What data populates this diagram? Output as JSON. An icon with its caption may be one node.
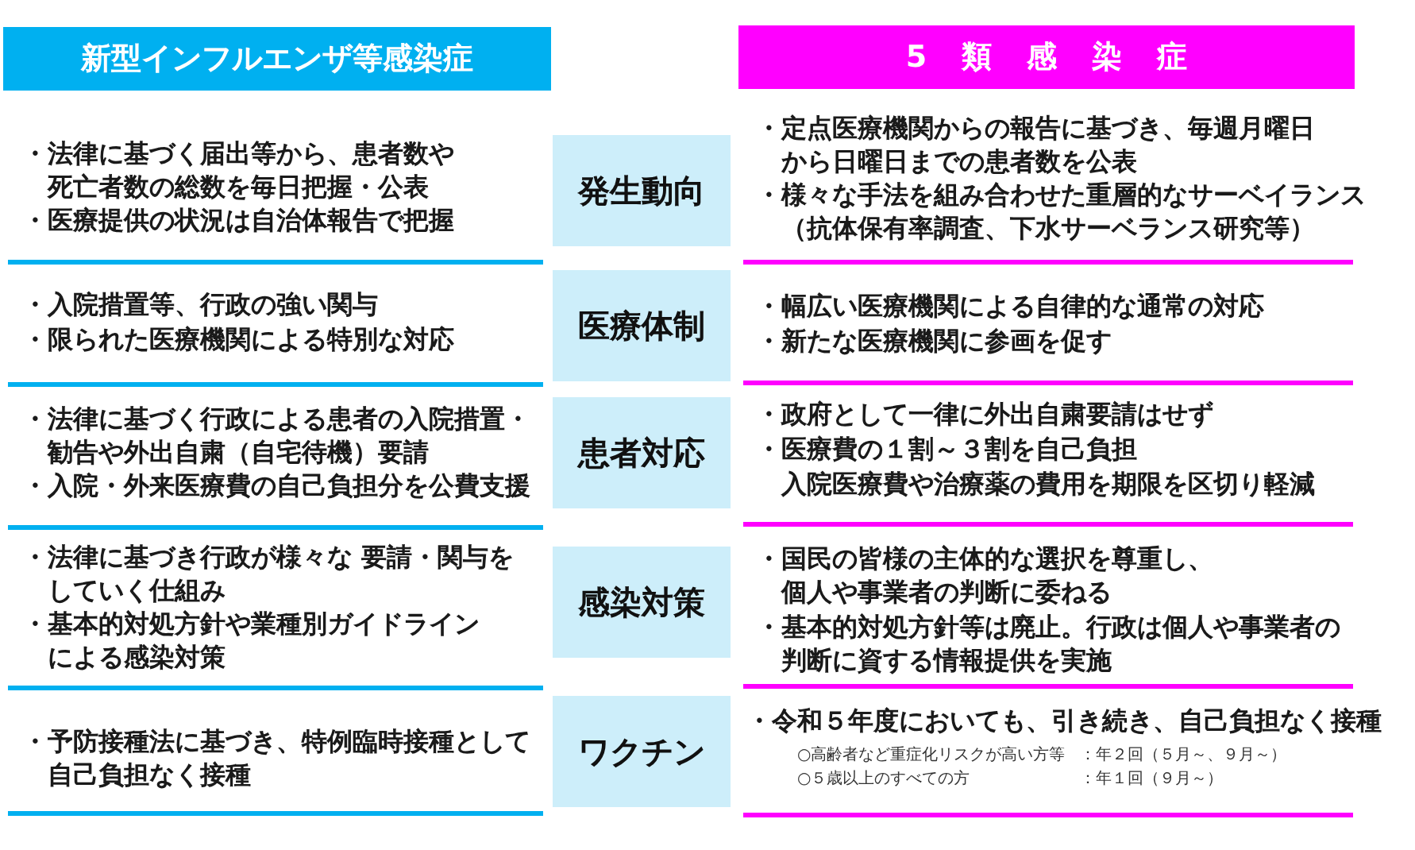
{
  "diagram": {
    "nodes": [
      {
        "text": [
          "新型インフルエンザ等感染症"
        ]
      },
      {
        "text": [
          "5類感染症"
        ]
      },
      {
        "text": [
          "発生動向"
        ]
      },
      {
        "text": [
          "医療体制"
        ]
      },
      {
        "text": [
          "患者対応"
        ]
      },
      {
        "text": [
          "感染対策"
        ]
      },
      {
        "text": [
          "ワクチン"
        ]
      }
    ],
    "labels": [
      "・法律に基づく届出等から、患者数や死亡者数の総数を毎日把握・公表",
      "・医療提供の状況は自治体報告で把握",
      "・定点医療機関からの報告に基づき、毎週月曜日から日曜日までの患者数を公表",
      "・様々な手法を組み合わせた重層的なサーベイランス（抗体保有率調査、下水サーベランス研究等）",
      "・入院措置等、行政の強い関与",
      "・限られた医療機関による特別な対応",
      "・幅広い医療機関による自律的な通常の対応",
      "・新たな医療機関に参画を促す",
      "・法律に基づく行政による患者の入院措置・勧告や外出自粛（自宅待機）要請",
      "・入院・外来医療費の自己負担分を公費支援",
      "・政府として一律に外出自粛要請はせず",
      "・医療費の１割～３割を自己負担",
      "入院医療費や治療薬の費用を期限を区切り軽減",
      "・法律に基づき行政が様々な 要請・関与をしていく仕組み",
      "・基本的対処方針や業種別ガイドラインによる感染対策",
      "・国民の皆様の主体的な選択を尊重し、個人や事業者の判断に委ねる",
      "・基本的対処方針等は廃止。行政は個人や事業者の判断に資する情報提供を実施",
      "・予防接種法に基づき、特例臨時接種として自己負担なく接種",
      "・令和５年度においても、引き続き、自己負担なく接種",
      "○高齢者など重症化リスクが高い方等",
      "：年２回（５月～、９月～）",
      "○５歳以上のすべての方",
      "：年１回（９月～）"
    ]
  }
}
